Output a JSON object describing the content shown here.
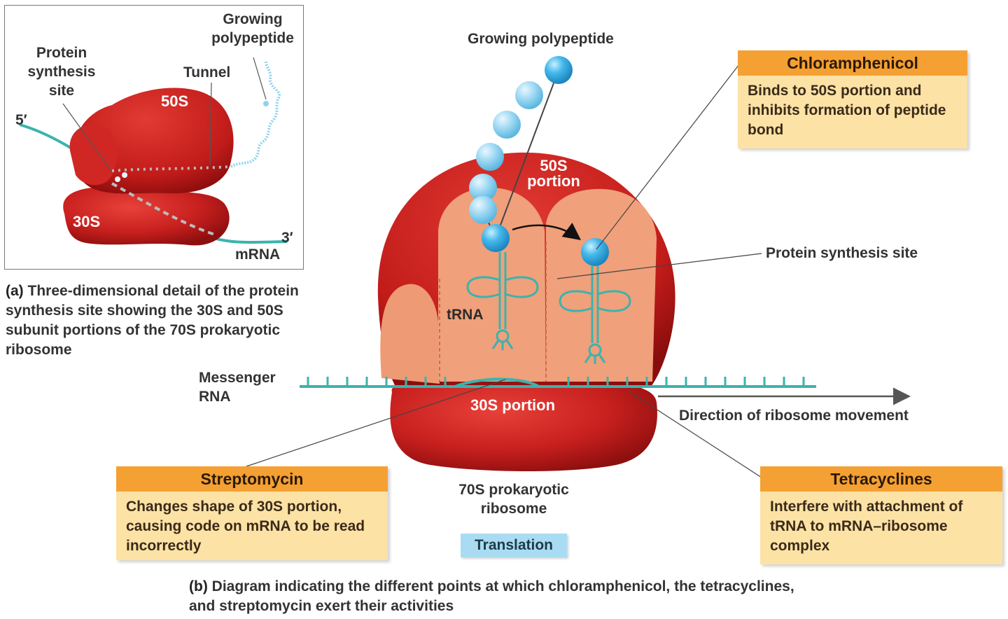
{
  "inset": {
    "growing_polypeptide": "Growing\npolypeptide",
    "protein_synthesis_site": "Protein\nsynthesis\nsite",
    "tunnel": "Tunnel",
    "subunit_50s": "50S",
    "subunit_30s": "30S",
    "five_prime": "5′",
    "three_prime": "3′",
    "mrna": "mRNA"
  },
  "caption_a": {
    "tag": "(a)",
    "text": "Three-dimensional detail of the protein synthesis site showing the 30S and 50S subunit portions of the 70S prokaryotic ribosome"
  },
  "main": {
    "growing_polypeptide": "Growing polypeptide",
    "portion_50s": "50S\nportion",
    "portion_30s": "30S portion",
    "trna": "tRNA",
    "messenger_rna": "Messenger\nRNA",
    "protein_synthesis_site": "Protein synthesis site",
    "direction": "Direction of ribosome movement",
    "ribosome_70s": "70S prokaryotic\nribosome",
    "translation": "Translation"
  },
  "drugs": {
    "chloramphenicol": {
      "name": "Chloramphenicol",
      "desc": "Binds to 50S portion and inhibits formation of peptide bond"
    },
    "streptomycin": {
      "name": "Streptomycin",
      "desc": "Changes shape of 30S portion, causing code on mRNA to be read incorrectly"
    },
    "tetracyclines": {
      "name": "Tetracyclines",
      "desc": "Interfere with attachment of tRNA to mRNA–ribosome complex"
    }
  },
  "caption_b": {
    "tag": "(b)",
    "text": "Diagram indicating the different points at which chloramphenicol, the tetracyclines, and streptomycin exert their activities"
  },
  "colors": {
    "ribosome_red": "#c8201e",
    "ribosome_dark": "#8e0f0f",
    "site_peach": "#ee9a74",
    "mrna_teal": "#3bb3ad",
    "bead_blue": "#44b8ea",
    "bead_light": "#bfe6f7",
    "box_orange": "#f5a033",
    "box_cream": "#fde2a6",
    "translation_blue": "#a9dcf2"
  }
}
